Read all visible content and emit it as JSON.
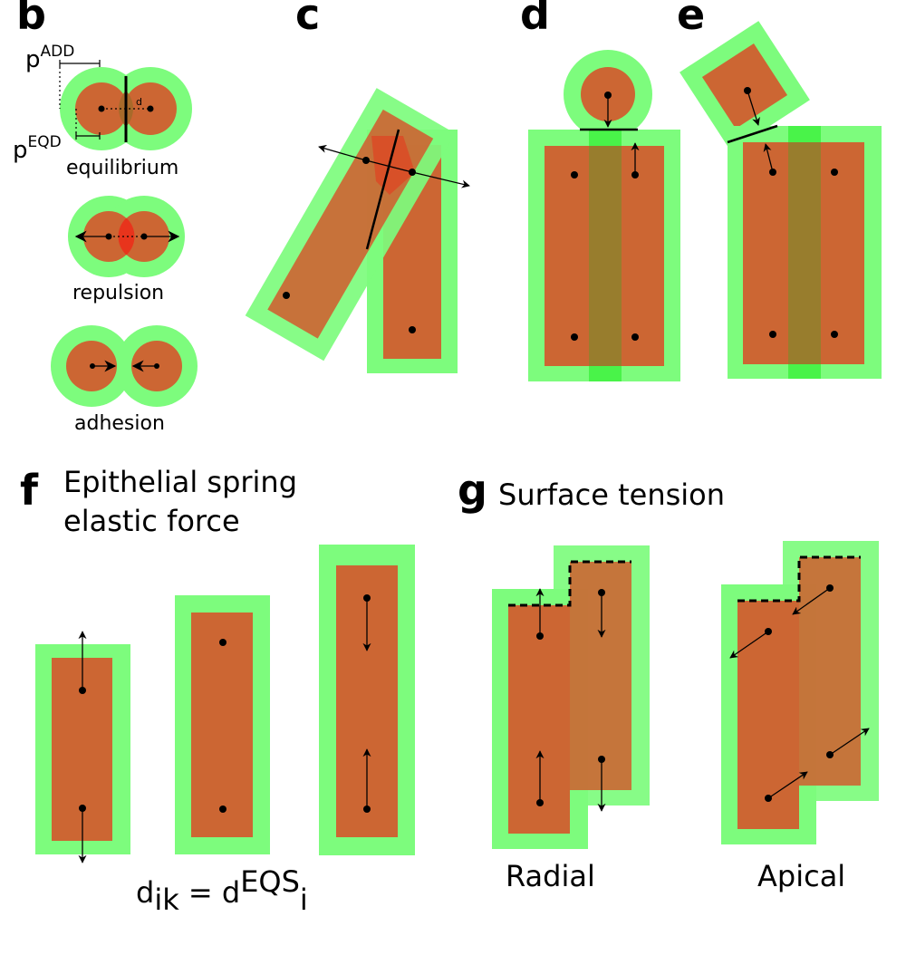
{
  "panels": {
    "b": {
      "letter": "b",
      "p_add": "p",
      "p_add_sup": "ADD",
      "p_eqd": "p",
      "p_eqd_sup": "EQD",
      "d_label": "d",
      "labels": [
        "equilibrium",
        "repulsion",
        "adhesion"
      ]
    },
    "c": {
      "letter": "c"
    },
    "d": {
      "letter": "d"
    },
    "e": {
      "letter": "e"
    },
    "f": {
      "letter": "f",
      "title_line1": "Epithelial spring",
      "title_line2": "elastic force",
      "formula_d": "d",
      "formula_ik": "ik",
      "formula_eq": " = d",
      "formula_eqs": "EQS",
      "formula_i": "i"
    },
    "g": {
      "letter": "g",
      "title": "Surface tension",
      "labels": [
        "Radial",
        "Apical"
      ]
    }
  },
  "colors": {
    "halo": "#7dfc7d",
    "cell": "#cc6633",
    "overlap_red": "#e8341c"
  }
}
